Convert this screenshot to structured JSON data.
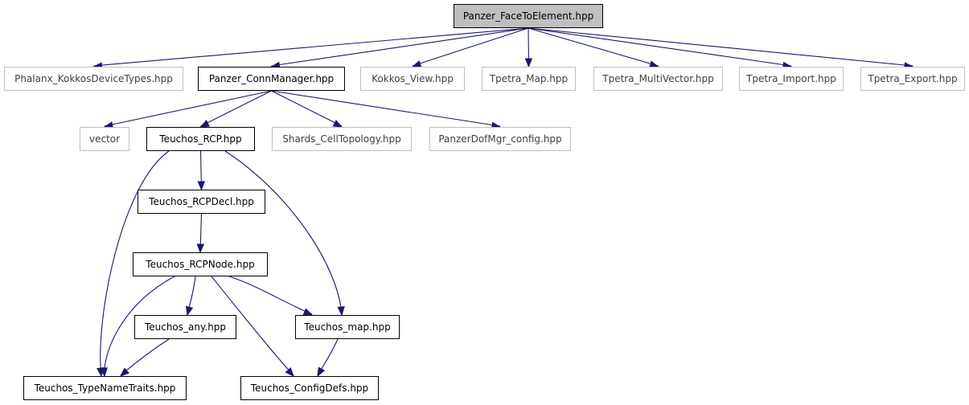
{
  "colors": {
    "edge": "#191970",
    "root_fill": "#bfbfbf",
    "external_border": "#bfbfbf",
    "node_border": "#000000"
  },
  "nodes": {
    "root": "Panzer_FaceToElement.hpp",
    "phalanx": "Phalanx_KokkosDeviceTypes.hpp",
    "connmgr": "Panzer_ConnManager.hpp",
    "kokkos_view": "Kokkos_View.hpp",
    "tpetra_map": "Tpetra_Map.hpp",
    "tpetra_mv": "Tpetra_MultiVector.hpp",
    "tpetra_import": "Tpetra_Import.hpp",
    "tpetra_export": "Tpetra_Export.hpp",
    "vector": "vector",
    "rcp": "Teuchos_RCP.hpp",
    "shards": "Shards_CellTopology.hpp",
    "dofmgr_config": "PanzerDofMgr_config.hpp",
    "rcpdecl": "Teuchos_RCPDecl.hpp",
    "rcpnode": "Teuchos_RCPNode.hpp",
    "any": "Teuchos_any.hpp",
    "map": "Teuchos_map.hpp",
    "typenametraits": "Teuchos_TypeNameTraits.hpp",
    "configdefs": "Teuchos_ConfigDefs.hpp"
  },
  "edges": [
    [
      "root",
      "phalanx"
    ],
    [
      "root",
      "connmgr"
    ],
    [
      "root",
      "kokkos_view"
    ],
    [
      "root",
      "tpetra_map"
    ],
    [
      "root",
      "tpetra_mv"
    ],
    [
      "root",
      "tpetra_import"
    ],
    [
      "root",
      "tpetra_export"
    ],
    [
      "connmgr",
      "vector"
    ],
    [
      "connmgr",
      "rcp"
    ],
    [
      "connmgr",
      "shards"
    ],
    [
      "connmgr",
      "dofmgr_config"
    ],
    [
      "rcp",
      "rcpdecl"
    ],
    [
      "rcp",
      "typenametraits"
    ],
    [
      "rcp",
      "map"
    ],
    [
      "rcpdecl",
      "rcpnode"
    ],
    [
      "rcpnode",
      "any"
    ],
    [
      "rcpnode",
      "typenametraits"
    ],
    [
      "rcpnode",
      "map"
    ],
    [
      "rcpnode",
      "configdefs"
    ],
    [
      "any",
      "typenametraits"
    ],
    [
      "map",
      "configdefs"
    ]
  ]
}
